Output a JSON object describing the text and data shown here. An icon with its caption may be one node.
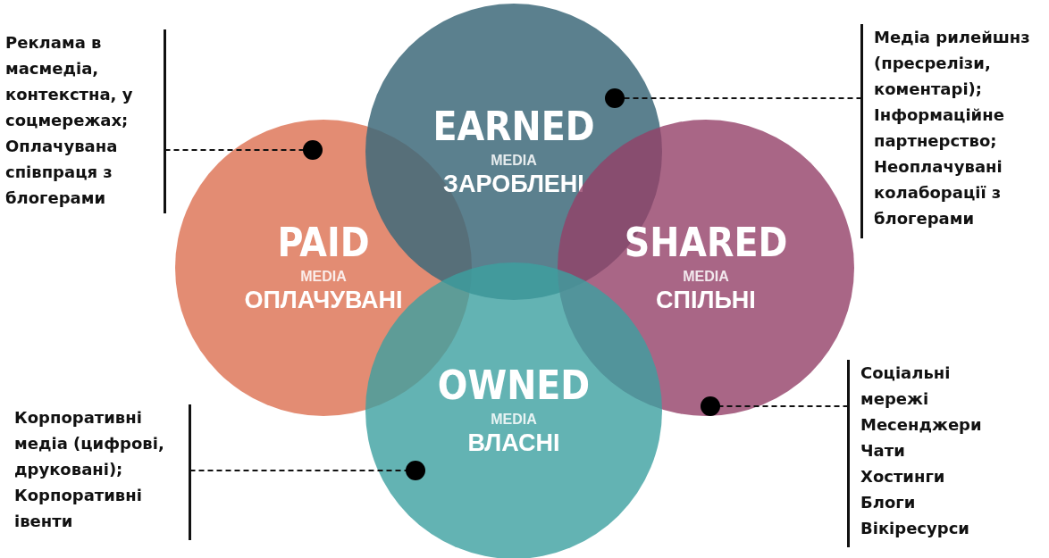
{
  "diagram": {
    "nodes": [
      {
        "text": [
          "Реклама в масмедіа, контекстна, у соцмережах; Оплачувана співпраця з блогерами"
        ]
      },
      {
        "text": [
          "Медіа рилейшнз (пресрелізи, коментарі); Інформаційне партнерство; Неоплачувані колаборації з блогерами"
        ]
      },
      {
        "text": [
          "EARNED",
          "MEDIA",
          "ЗАРОБЛЕНІ"
        ]
      },
      {
        "text": [
          "PAID",
          "MEDIA",
          "ОПЛАЧУВАНІ"
        ]
      },
      {
        "text": [
          "SHARED",
          "MEDIA",
          "СПІЛЬНІ"
        ]
      },
      {
        "text": [
          "OWNED",
          "MEDIA",
          "ВЛАСНІ"
        ]
      },
      {
        "text": [
          "Корпоративні медіа (цифрові, друковані); Корпоративні івенти"
        ]
      },
      {
        "text": [
          "Соціальні мережі",
          "Месенджери",
          "Чати",
          "Хостинги",
          "Блоги",
          "Вікіресурси"
        ]
      }
    ],
    "edges": [
      {
        "from": 0,
        "to": 3,
        "arrow": "other",
        "style": "dashed"
      },
      {
        "from": 1,
        "to": 2,
        "arrow": "other",
        "style": "dashed"
      },
      {
        "from": 7,
        "to": 4,
        "arrow": "other",
        "style": "dashed"
      },
      {
        "from": 6,
        "to": 5,
        "arrow": "other",
        "style": "dashed"
      }
    ]
  }
}
